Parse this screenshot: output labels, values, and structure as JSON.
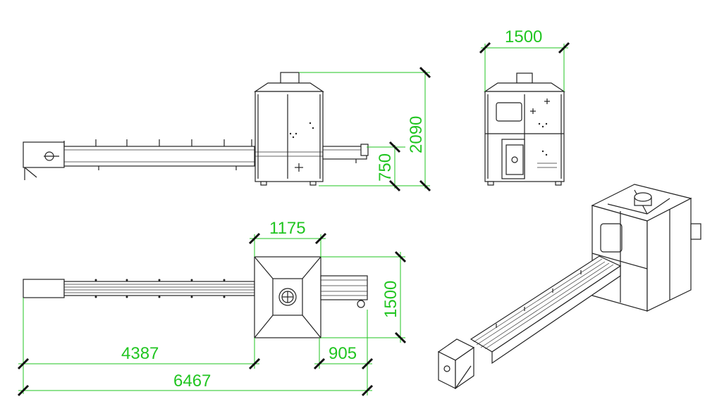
{
  "colors": {
    "dimension": "#21c521",
    "linework": "#222222",
    "background": "#ffffff"
  },
  "dimensions": {
    "front_total_height": "2090",
    "front_table_height": "750",
    "side_width": "1500",
    "top_box_width": "1175",
    "top_box_depth": "1500",
    "top_conveyor_length": "4387",
    "top_outfeed_length": "905",
    "top_total_length": "6467"
  }
}
